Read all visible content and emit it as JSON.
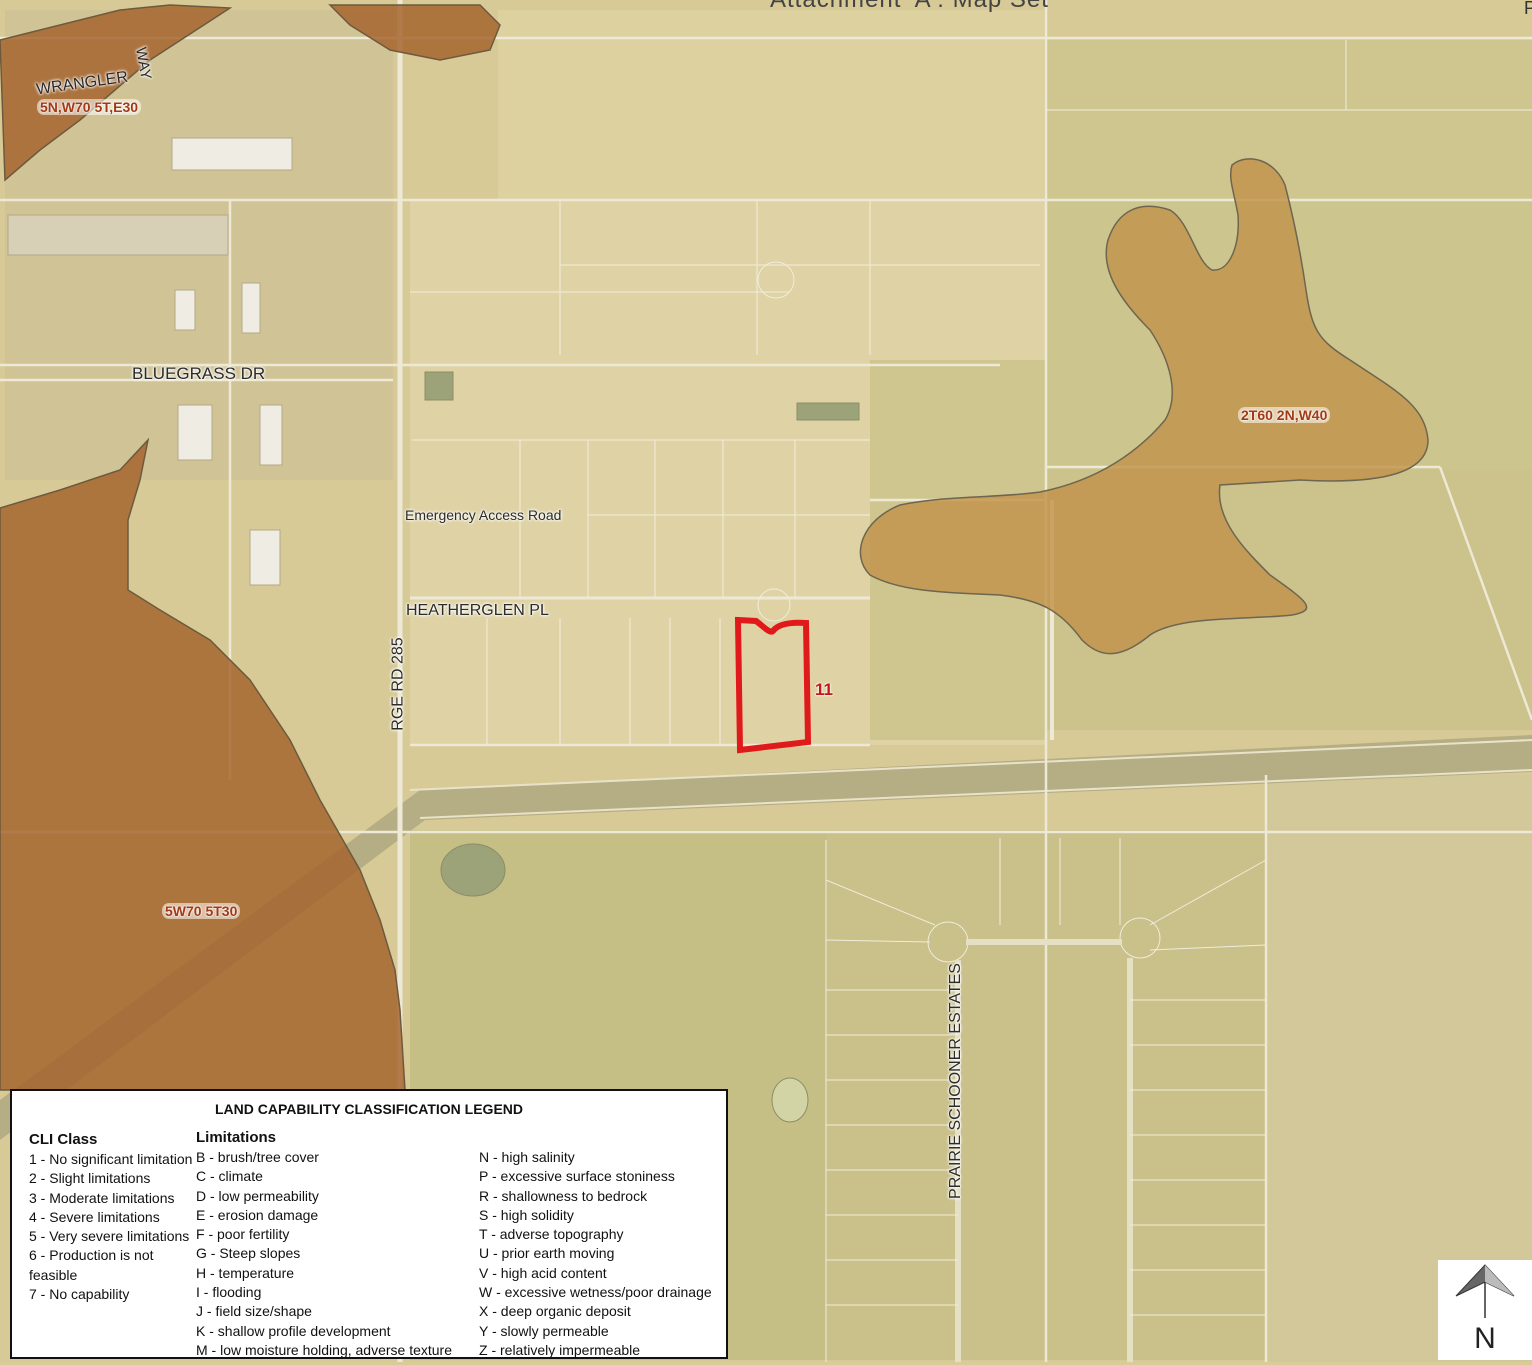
{
  "header": {
    "title": "Attachment 'A': Map Set",
    "page_mark": "P"
  },
  "roads": {
    "wrangler": "WRANGLER",
    "way": "WAY",
    "bluegrass": "BLUEGRASS DR",
    "emergency": "Emergency Access Road",
    "heatherglen": "HEATHERGLEN PL",
    "rge_rd": "RGE RD 285",
    "prairie": "PRAIRIE SCHOONER ESTATES"
  },
  "zones": {
    "nw": "5N,W70 5T,E30",
    "ne": "2T60 2N,W40",
    "sw": "5W70 5T30"
  },
  "site": {
    "label": "11"
  },
  "colors": {
    "class5": "#a9622b",
    "class2": "#c3974a",
    "site_outline": "#e01a1a",
    "base": "#d9cc98"
  },
  "legend": {
    "title": "LAND CAPABILITY CLASSIFICATION LEGEND",
    "cli_heading": "CLI Class",
    "limits_heading": "Limitations",
    "cli_classes": [
      "1 - No significant limitation",
      "2 - Slight limitations",
      "3 - Moderate limitations",
      "4 - Severe limitations",
      "5 - Very severe limitations",
      "6 - Production is not feasible",
      "7 - No capability"
    ],
    "limits_left": [
      "B  - brush/tree cover",
      "C  - climate",
      "D  - low permeability",
      "E  - erosion damage",
      "F  - poor fertility",
      "G  - Steep slopes",
      "H  - temperature",
      "I   - flooding",
      "J   - field size/shape",
      "K  - shallow profile development",
      "M - low moisture holding, adverse texture"
    ],
    "limits_right": [
      "N  - high salinity",
      "P  - excessive surface stoniness",
      "R  - shallowness to bedrock",
      "S  - high solidity",
      "T  - adverse topography",
      "U  - prior earth moving",
      "V  - high acid content",
      "W - excessive wetness/poor drainage",
      "X  - deep organic deposit",
      "Y  - slowly permeable",
      "Z  - relatively impermeable"
    ]
  },
  "north_arrow": {
    "letter": "N"
  }
}
